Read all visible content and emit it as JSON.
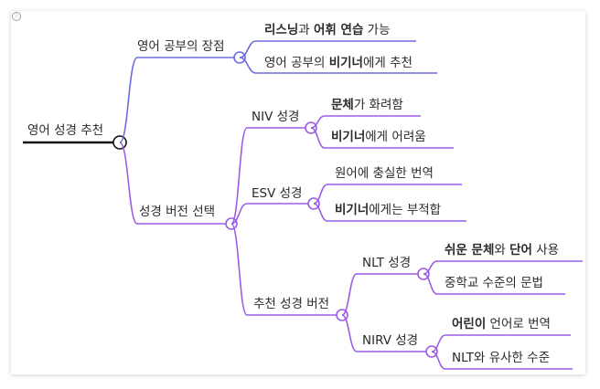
{
  "info_icon": "info-icon",
  "colors": {
    "branch_blue": "#6b6be0",
    "branch_purple": "#9b5de5",
    "root_line": "#111111",
    "text": "#2a2a2a"
  },
  "root": {
    "label": "영어 성경 추천"
  },
  "branches": [
    {
      "label": "영어 공부의 장점",
      "children": [
        {
          "segments": [
            {
              "t": "리스닝",
              "b": true
            },
            {
              "t": "과 ",
              "b": false
            },
            {
              "t": "어휘 연습",
              "b": true
            },
            {
              "t": " 가능",
              "b": false
            }
          ]
        },
        {
          "segments": [
            {
              "t": "영어 공부의 ",
              "b": false
            },
            {
              "t": "비기너",
              "b": true
            },
            {
              "t": "에게 추천",
              "b": false
            }
          ]
        }
      ]
    },
    {
      "label": "성경 버전 선택",
      "children": [
        {
          "label": "NIV 성경",
          "children": [
            {
              "segments": [
                {
                  "t": "문체",
                  "b": true
                },
                {
                  "t": "가 화려함",
                  "b": false
                }
              ]
            },
            {
              "segments": [
                {
                  "t": "비기너",
                  "b": true
                },
                {
                  "t": "에게 어려움",
                  "b": false
                }
              ]
            }
          ]
        },
        {
          "label": "ESV 성경",
          "children": [
            {
              "segments": [
                {
                  "t": "원어에 충실한 번역",
                  "b": false
                }
              ]
            },
            {
              "segments": [
                {
                  "t": "비기너",
                  "b": true
                },
                {
                  "t": "에게는 부적합",
                  "b": false
                }
              ]
            }
          ]
        },
        {
          "label": "추천 성경 버전",
          "children": [
            {
              "label": "NLT 성경",
              "children": [
                {
                  "segments": [
                    {
                      "t": "쉬운 문체",
                      "b": true
                    },
                    {
                      "t": "와 ",
                      "b": false
                    },
                    {
                      "t": "단어",
                      "b": true
                    },
                    {
                      "t": " 사용",
                      "b": false
                    }
                  ]
                },
                {
                  "segments": [
                    {
                      "t": "중학교 수준의 문법",
                      "b": false
                    }
                  ]
                }
              ]
            },
            {
              "label": "NIRV 성경",
              "children": [
                {
                  "segments": [
                    {
                      "t": "어린이",
                      "b": true
                    },
                    {
                      "t": " 언어로 번역",
                      "b": false
                    }
                  ]
                },
                {
                  "segments": [
                    {
                      "t": "NLT와 유사한 수준",
                      "b": false
                    }
                  ]
                }
              ]
            }
          ]
        }
      ]
    }
  ]
}
